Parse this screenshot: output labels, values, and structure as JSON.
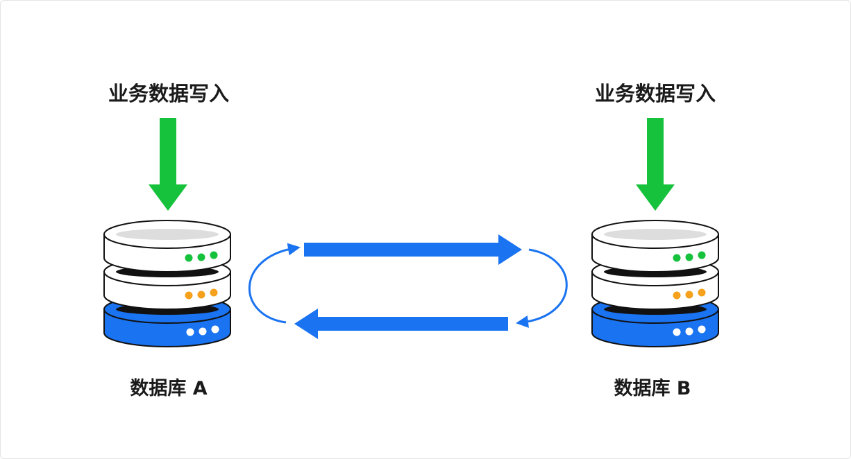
{
  "diagram": {
    "write_label_left": "业务数据写入",
    "write_label_right": "业务数据写入",
    "db_a_label": "数据库 A",
    "db_b_label": "数据库 B"
  },
  "colors": {
    "write_arrow": "#16c23c",
    "sync_arrow": "#1a73f0",
    "db_top_layer": "#ffffff",
    "db_bottom_layer": "#1a73f0",
    "dot_green": "#16c23c",
    "dot_orange": "#f5a11c",
    "dot_white": "#ffffff"
  }
}
